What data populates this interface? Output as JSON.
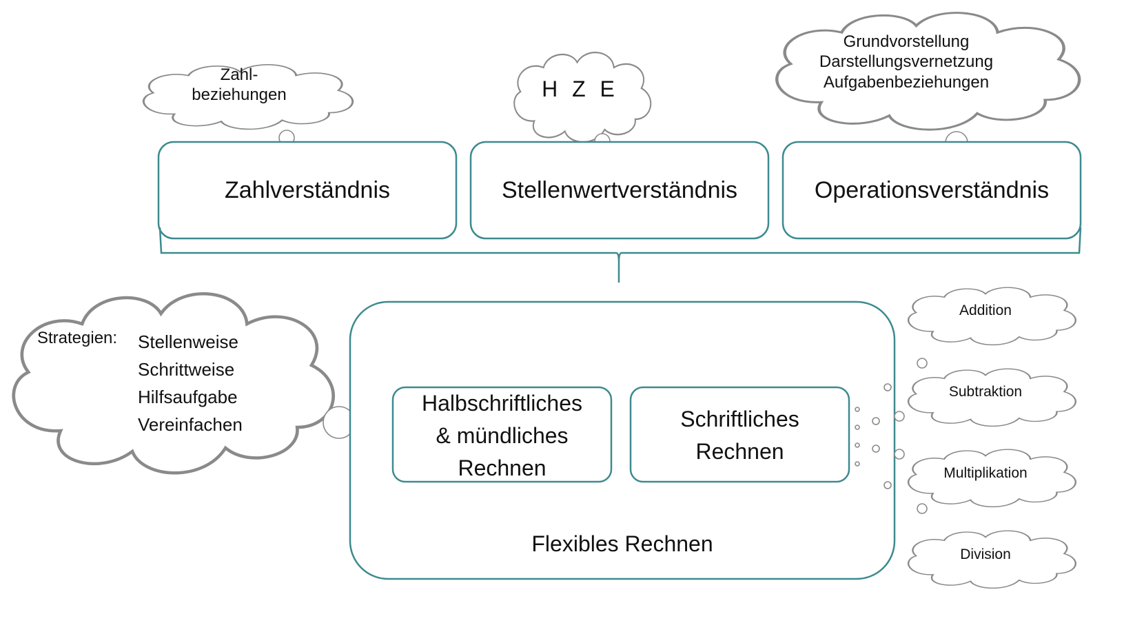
{
  "top_boxes": {
    "zahl": "Zahlverständnis",
    "stellen": "Stellenwertverständnis",
    "operation": "Operationsverständnis"
  },
  "top_clouds": {
    "zahl_line1": "Zahl-",
    "zahl_line2": "beziehungen",
    "hze": "H Z E",
    "op_line1": "Grundvorstellung",
    "op_line2": "Darstellungsvernetzung",
    "op_line3": "Aufgabenbeziehungen"
  },
  "strategies": {
    "label": "Strategien:",
    "items": [
      "Stellenweise",
      "Schrittweise",
      "Hilfsaufgabe",
      "Vereinfachen"
    ]
  },
  "main_box": {
    "label": "Flexibles Rechnen",
    "halb_line1": "Halbschriftliches",
    "halb_line2": "& mündliches",
    "halb_line3": "Rechnen",
    "schrift_line1": "Schriftliches",
    "schrift_line2": "Rechnen"
  },
  "operations": [
    "Addition",
    "Subtraktion",
    "Multiplikation",
    "Division"
  ],
  "colors": {
    "box_stroke": "#3d8a8f",
    "cloud_stroke": "#8a8a8a"
  }
}
